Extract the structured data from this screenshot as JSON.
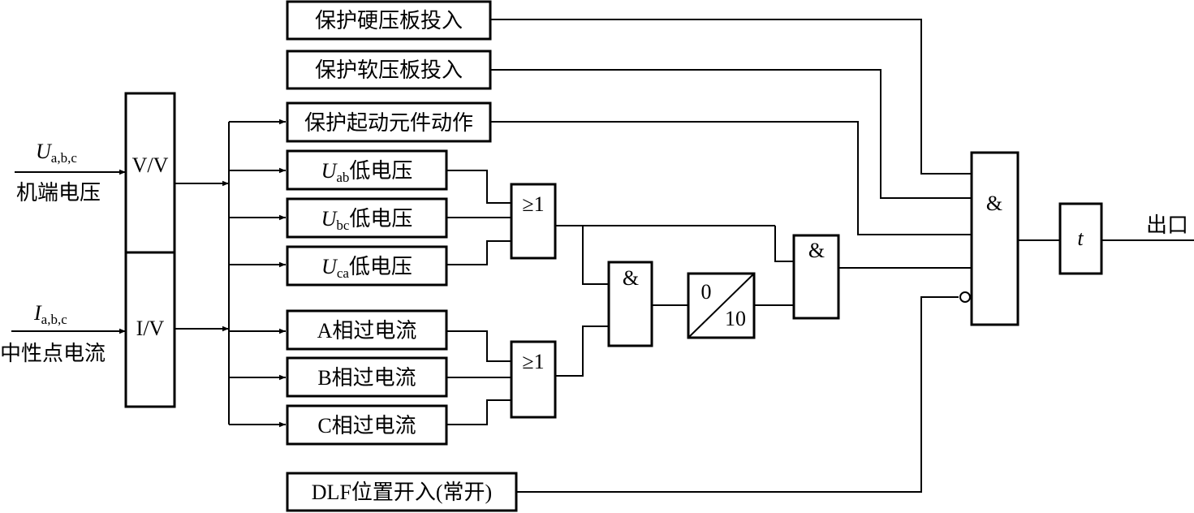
{
  "inputs": {
    "voltage": {
      "symbol": "U",
      "subscript": "a,b,c",
      "label": "机端电压"
    },
    "current": {
      "symbol": "I",
      "subscript": "a,b,c",
      "label": "中性点电流"
    }
  },
  "converters": {
    "vv": "V/V",
    "iv": "I/V"
  },
  "conditions": {
    "hard_plate": "保护硬压板投入",
    "soft_plate": "保护软压板投入",
    "start_element": "保护起动元件动作",
    "dlf": "DLF位置开入(常开)"
  },
  "undervoltage": [
    {
      "symbol": "U",
      "subscript": "ab",
      "text": "低电压"
    },
    {
      "symbol": "U",
      "subscript": "bc",
      "text": "低电压"
    },
    {
      "symbol": "U",
      "subscript": "ca",
      "text": "低电压"
    }
  ],
  "overcurrent": [
    "A相过电流",
    "B相过电流",
    "C相过电流"
  ],
  "gates": {
    "or": "≥1",
    "and": "&"
  },
  "timer": {
    "top": "0",
    "bottom": "10"
  },
  "delay": {
    "label": "t"
  },
  "output": {
    "label": "出口"
  }
}
